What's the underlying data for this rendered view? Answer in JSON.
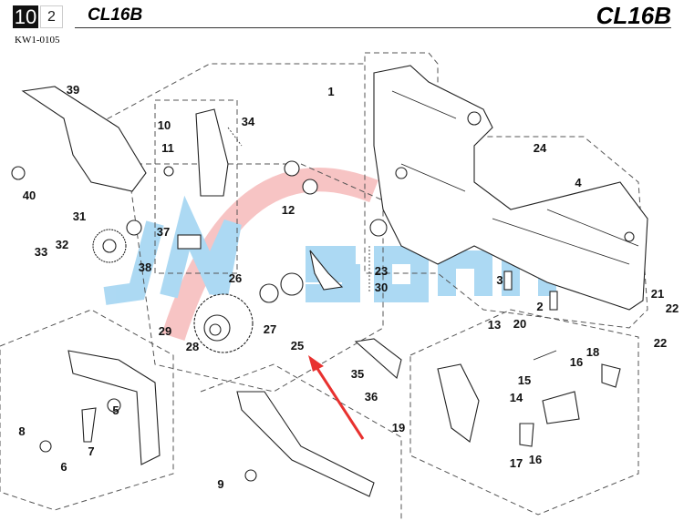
{
  "header": {
    "page_major": "10",
    "page_minor": "2",
    "model_left": "CL16B",
    "model_right": "CL16B",
    "code": "KW1-0105"
  },
  "watermark": "JMSohn",
  "callouts": [
    "39",
    "1",
    "10",
    "34",
    "11",
    "24",
    "4",
    "12",
    "31",
    "37",
    "32",
    "33",
    "38",
    "23",
    "26",
    "30",
    "3",
    "2",
    "21",
    "22",
    "27",
    "29",
    "25",
    "28",
    "13",
    "20",
    "18",
    "16",
    "22",
    "15",
    "35",
    "14",
    "36",
    "19",
    "8",
    "7",
    "5",
    "6",
    "9",
    "17",
    "16",
    "40"
  ],
  "colors": {
    "arrow": "#e8312f",
    "watermark_blue": "#5bb4e8",
    "watermark_red": "#f08a8a"
  }
}
